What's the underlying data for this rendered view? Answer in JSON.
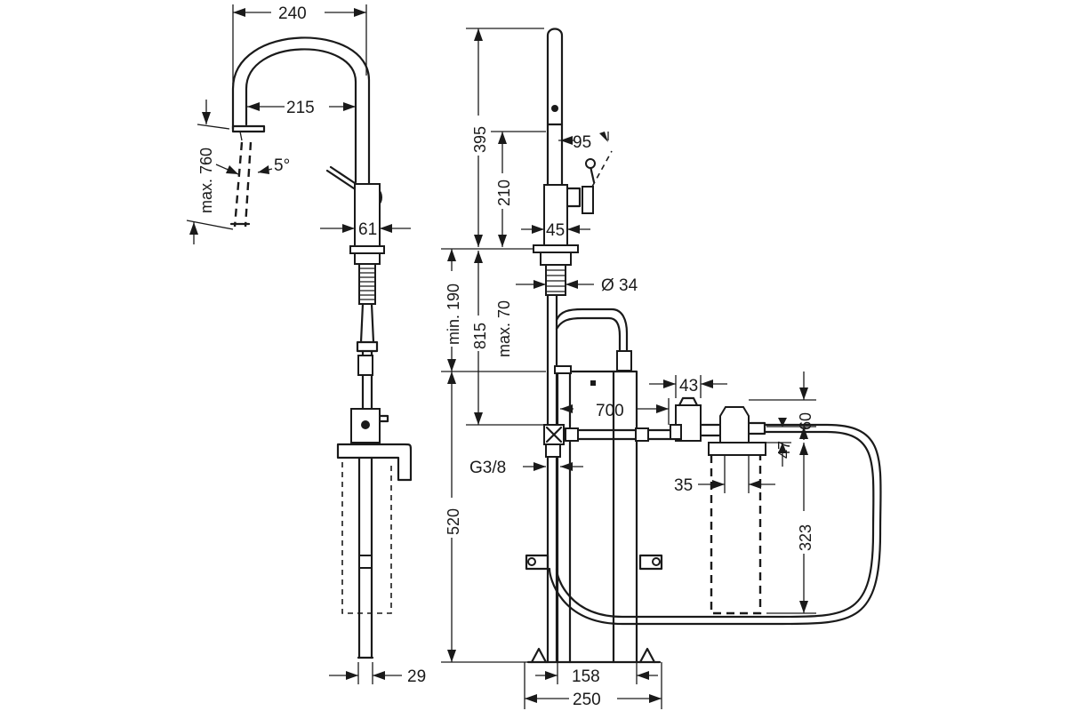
{
  "dimensions": {
    "d240": "240",
    "d215": "215",
    "d760": "max. 760",
    "d5deg": "5°",
    "d61": "61",
    "d29": "29",
    "d395": "395",
    "d210": "210",
    "d95": "95",
    "d45": "45",
    "d34": "Ø 34",
    "d190": "min. 190",
    "d815": "815",
    "d70": "max. 70",
    "d700": "700",
    "d43": "43",
    "d60": "60",
    "d47": "47",
    "d35": "35",
    "d323": "323",
    "dG38": "G3/8",
    "d520": "520",
    "d158": "158",
    "d250": "250"
  },
  "colors": {
    "line": "#1a1a1a",
    "background": "#ffffff"
  }
}
